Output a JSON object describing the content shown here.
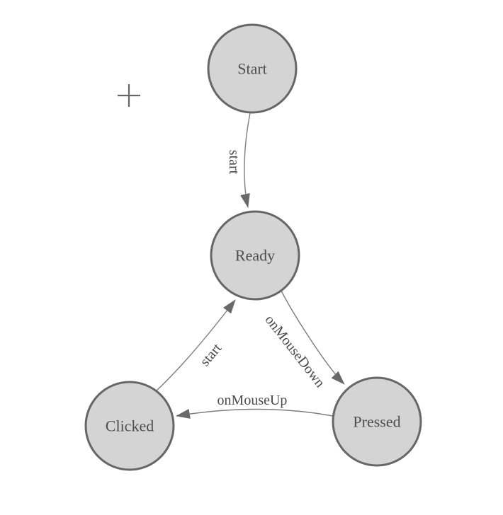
{
  "colors": {
    "background": "#ffffff",
    "node_fill": "#d4d4d4",
    "node_stroke": "#666666",
    "node_text": "#4d4d4d",
    "edge_line": "#7d7d7d",
    "edge_text": "#4a4a4a",
    "arrowhead": "#696969",
    "plus_icon": "#666666"
  },
  "diagram": {
    "type": "state-machine",
    "nodes": [
      {
        "id": "start",
        "label": "Start"
      },
      {
        "id": "ready",
        "label": "Ready"
      },
      {
        "id": "clicked",
        "label": "Clicked"
      },
      {
        "id": "pressed",
        "label": "Pressed"
      }
    ],
    "edges": [
      {
        "from": "start",
        "to": "ready",
        "label": "start"
      },
      {
        "from": "ready",
        "to": "pressed",
        "label": "onMouseDown"
      },
      {
        "from": "pressed",
        "to": "clicked",
        "label": "onMouseUp"
      },
      {
        "from": "clicked",
        "to": "ready",
        "label": "start"
      }
    ],
    "toolbar": {
      "add_icon": "plus-icon"
    }
  }
}
